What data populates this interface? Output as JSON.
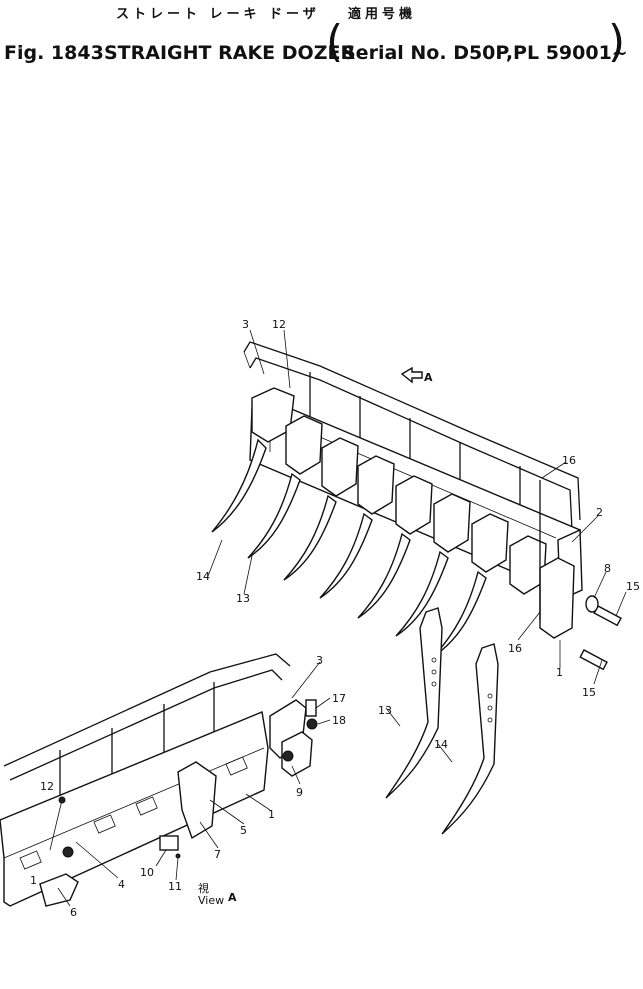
{
  "header": {
    "title_jp": "ストレート レーキ ドーザ",
    "serial_jp": "適用号機",
    "fig_label": "Fig. 1843",
    "title_en": "STRAIGHT RAKE DOZER",
    "serial_en": "Serial No. D50P,PL 59001~"
  },
  "view_marker": "A",
  "view_caption": {
    "jp": "視",
    "en": "View",
    "letter": "A"
  },
  "callouts": [
    "1",
    "1",
    "1",
    "2",
    "3",
    "3",
    "4",
    "5",
    "6",
    "7",
    "8",
    "9",
    "10",
    "11",
    "12",
    "12",
    "13",
    "13",
    "14",
    "14",
    "15",
    "15",
    "16",
    "16",
    "17",
    "18"
  ]
}
